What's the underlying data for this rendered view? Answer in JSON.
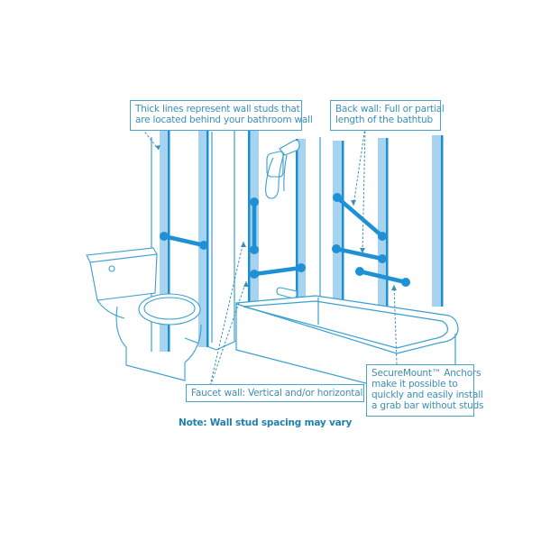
{
  "diagram": {
    "type": "bathroom grab bar installation illustration",
    "colors": {
      "stud_fill": "#a6d3ef",
      "stud_edge": "#1d8fd0",
      "grab_bar": "#1e90d6",
      "outline": "#3aa0cf",
      "callout_border": "#4aa3c8",
      "callout_text": "#3a8fb7",
      "note_text": "#1f7fb0"
    },
    "callouts": {
      "studs": {
        "lines": [
          "Thick lines represent wall studs that",
          "are located behind your bathroom wall"
        ]
      },
      "back_wall": {
        "lines": [
          "Back wall: Full or partial",
          "length of the bathtub"
        ]
      },
      "faucet_wall": {
        "lines": [
          "Faucet wall: Vertical and/or horizontal bar"
        ]
      },
      "anchors": {
        "lines": [
          "SecureMount™ Anchors",
          "make it possible to",
          "quickly and easily install",
          "a grab bar without studs"
        ]
      }
    },
    "note": "Note: Wall stud spacing may vary",
    "objects": [
      "toilet",
      "bathtub",
      "handheld-shower",
      "tub-faucet",
      "wall-studs",
      "grab-bars"
    ]
  }
}
